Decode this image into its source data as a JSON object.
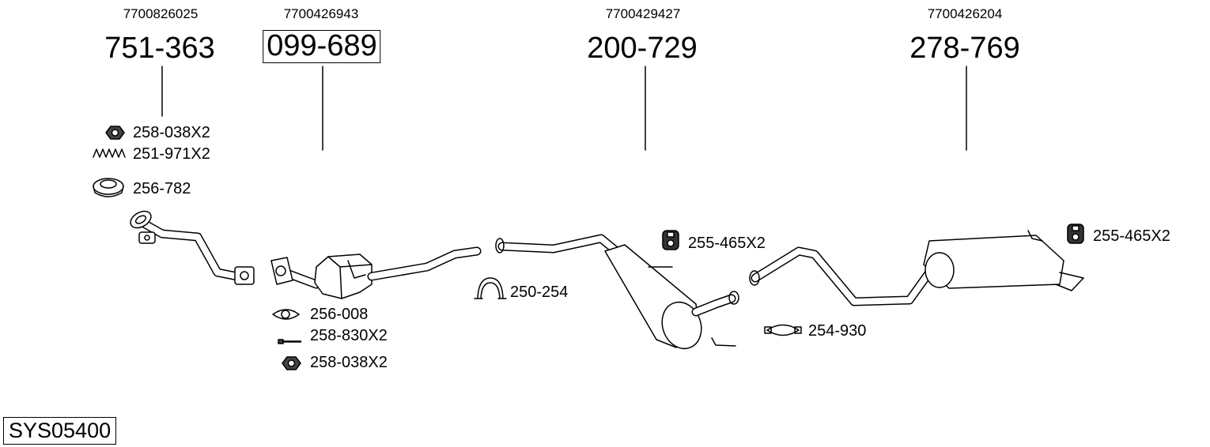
{
  "system_number": "SYS05400",
  "groups": [
    {
      "oem": "7700826025",
      "part": "751-363",
      "boxed": false
    },
    {
      "oem": "7700426943",
      "part": "099-689",
      "boxed": true
    },
    {
      "oem": "7700429427",
      "part": "200-729",
      "boxed": false
    },
    {
      "oem": "7700426204",
      "part": "278-769",
      "boxed": false
    }
  ],
  "accessories": [
    {
      "label": "258-038X2",
      "icon": "nut-icon"
    },
    {
      "label": "251-971X2",
      "icon": "spring-icon"
    },
    {
      "label": "256-782",
      "icon": "ring-gasket-icon"
    },
    {
      "label": "256-008",
      "icon": "flange-gasket-icon"
    },
    {
      "label": "258-830X2",
      "icon": "bolt-icon"
    },
    {
      "label": "258-038X2",
      "icon": "nut-icon"
    },
    {
      "label": "250-254",
      "icon": "clamp-icon"
    },
    {
      "label": "255-465X2",
      "icon": "rubber-hanger-icon"
    },
    {
      "label": "254-930",
      "icon": "band-clamp-icon"
    },
    {
      "label": "255-465X2",
      "icon": "rubber-hanger-icon"
    }
  ]
}
